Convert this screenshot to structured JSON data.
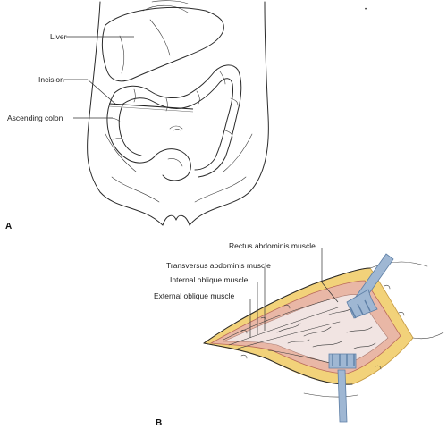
{
  "panel_a": {
    "letter": "A",
    "labels": {
      "liver": "Liver",
      "incision": "Incision",
      "ascending_colon": "Ascending colon"
    }
  },
  "panel_b": {
    "letter": "B",
    "labels": {
      "rectus_abdominis": "Rectus abdominis muscle",
      "transversus_abdominis": "Transversus abdominis muscle",
      "internal_oblique": "Internal oblique muscle",
      "external_oblique": "External oblique muscle"
    }
  },
  "colors": {
    "fat_yellow": "#f2d27a",
    "muscle_pink": "#e9b7a6",
    "muscle_dark": "#b9695a",
    "peritoneum": "#f1e4e2",
    "retractor_blue": "#9fb7d3",
    "retractor_edge": "#5e7fa6"
  }
}
